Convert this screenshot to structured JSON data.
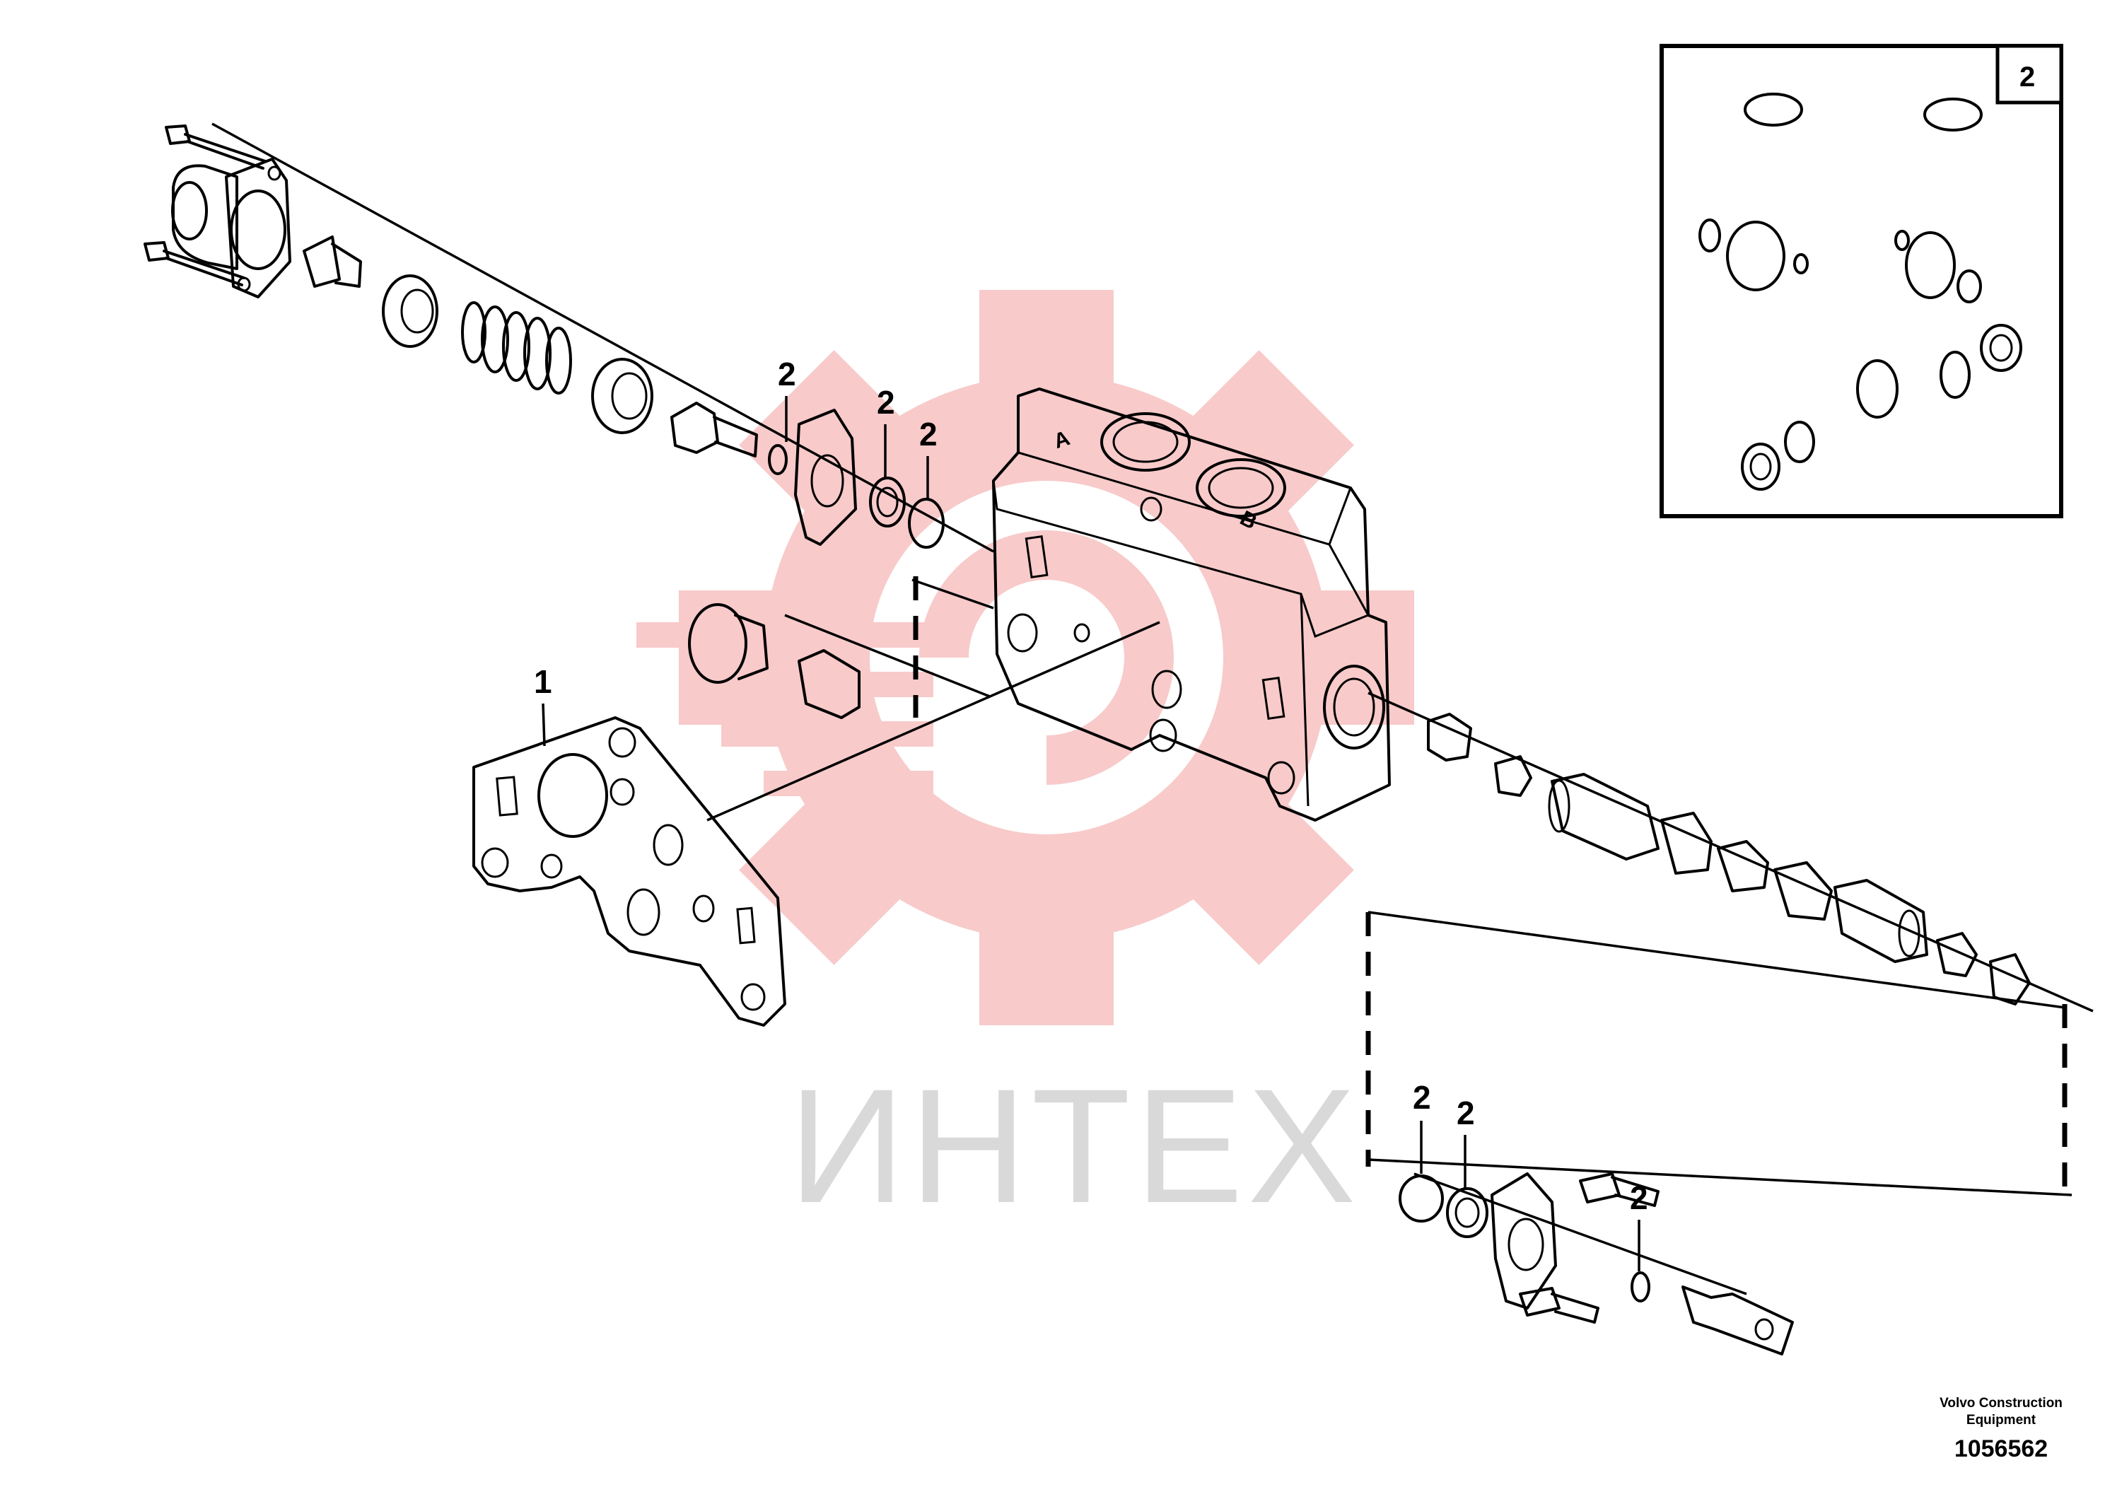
{
  "callouts": {
    "gasket": "1",
    "seal_kit": "2"
  },
  "valve_ports": {
    "port_a": "A",
    "port_b": "B"
  },
  "watermark": {
    "text": "ИНТЕХ",
    "logo_color": "#f5a9a9",
    "text_color": "#d9d9d9"
  },
  "kit_box": {
    "label": "2"
  },
  "footer": {
    "brand_line1": "Volvo Construction",
    "brand_line2": "Equipment",
    "drawing_number": "1056562"
  },
  "icons": [
    "gear-watermark-icon"
  ]
}
